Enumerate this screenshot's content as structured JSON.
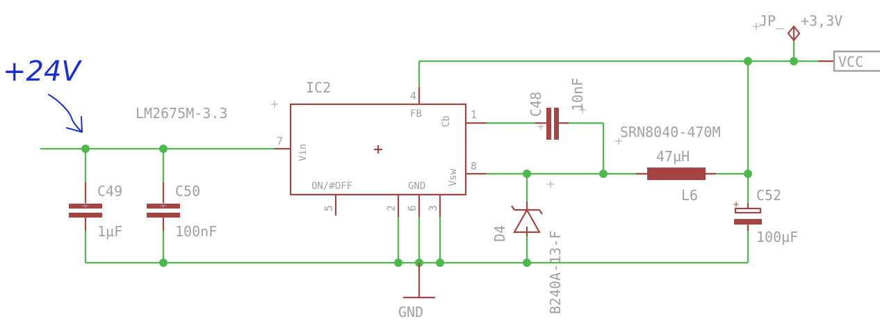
{
  "handwritten_note": "+24V",
  "ic": {
    "name": "IC2",
    "value": "LM2675M-3.3",
    "pins": {
      "fb": "FB",
      "cb": "Cb",
      "vin": "Vin",
      "vsw": "Vsw",
      "onoff": "ON/#OFF",
      "gnd": "GND"
    },
    "pin_numbers": {
      "fb": "4",
      "cb": "1",
      "vin": "7",
      "vsw": "8",
      "onoff": "5",
      "gnd_a": "2",
      "gnd_b": "6",
      "gnd_c": "3"
    }
  },
  "components": {
    "c49": {
      "name": "C49",
      "value": "1µF"
    },
    "c50": {
      "name": "C50",
      "value": "100nF"
    },
    "c48": {
      "name": "C48",
      "value": "10nF"
    },
    "c52": {
      "name": "C52",
      "value": "100µF"
    },
    "l6": {
      "name": "L6",
      "value": "47µH",
      "part": "SRN8040-470M"
    },
    "d4": {
      "name": "D4",
      "value": "B240A-13-F"
    }
  },
  "supply": {
    "name": "JP_",
    "value": "+3,3V"
  },
  "vcc_label": "VCC",
  "gnd_label": "GND",
  "colors": {
    "wire": "#4db84d",
    "part": "#a64444",
    "label": "#a0a0a0",
    "handwriting": "#1a2fd0"
  }
}
